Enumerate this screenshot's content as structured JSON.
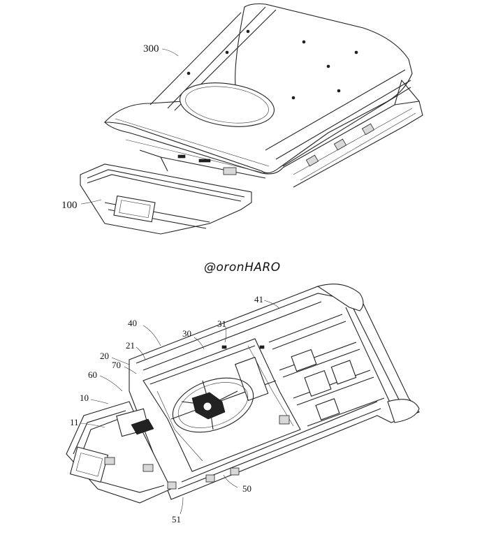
{
  "figure_top": {
    "labels": [
      {
        "id": "300",
        "text": "300"
      },
      {
        "id": "100",
        "text": "100"
      }
    ]
  },
  "watermark": {
    "text": "@oronHARO"
  },
  "figure_bottom": {
    "labels": [
      {
        "id": "41",
        "text": "41"
      },
      {
        "id": "40",
        "text": "40"
      },
      {
        "id": "31",
        "text": "31"
      },
      {
        "id": "30",
        "text": "30"
      },
      {
        "id": "21",
        "text": "21"
      },
      {
        "id": "20",
        "text": "20"
      },
      {
        "id": "70",
        "text": "70"
      },
      {
        "id": "60",
        "text": "60"
      },
      {
        "id": "10",
        "text": "10"
      },
      {
        "id": "11",
        "text": "11"
      },
      {
        "id": "50",
        "text": "50"
      },
      {
        "id": "51",
        "text": "51"
      }
    ]
  }
}
